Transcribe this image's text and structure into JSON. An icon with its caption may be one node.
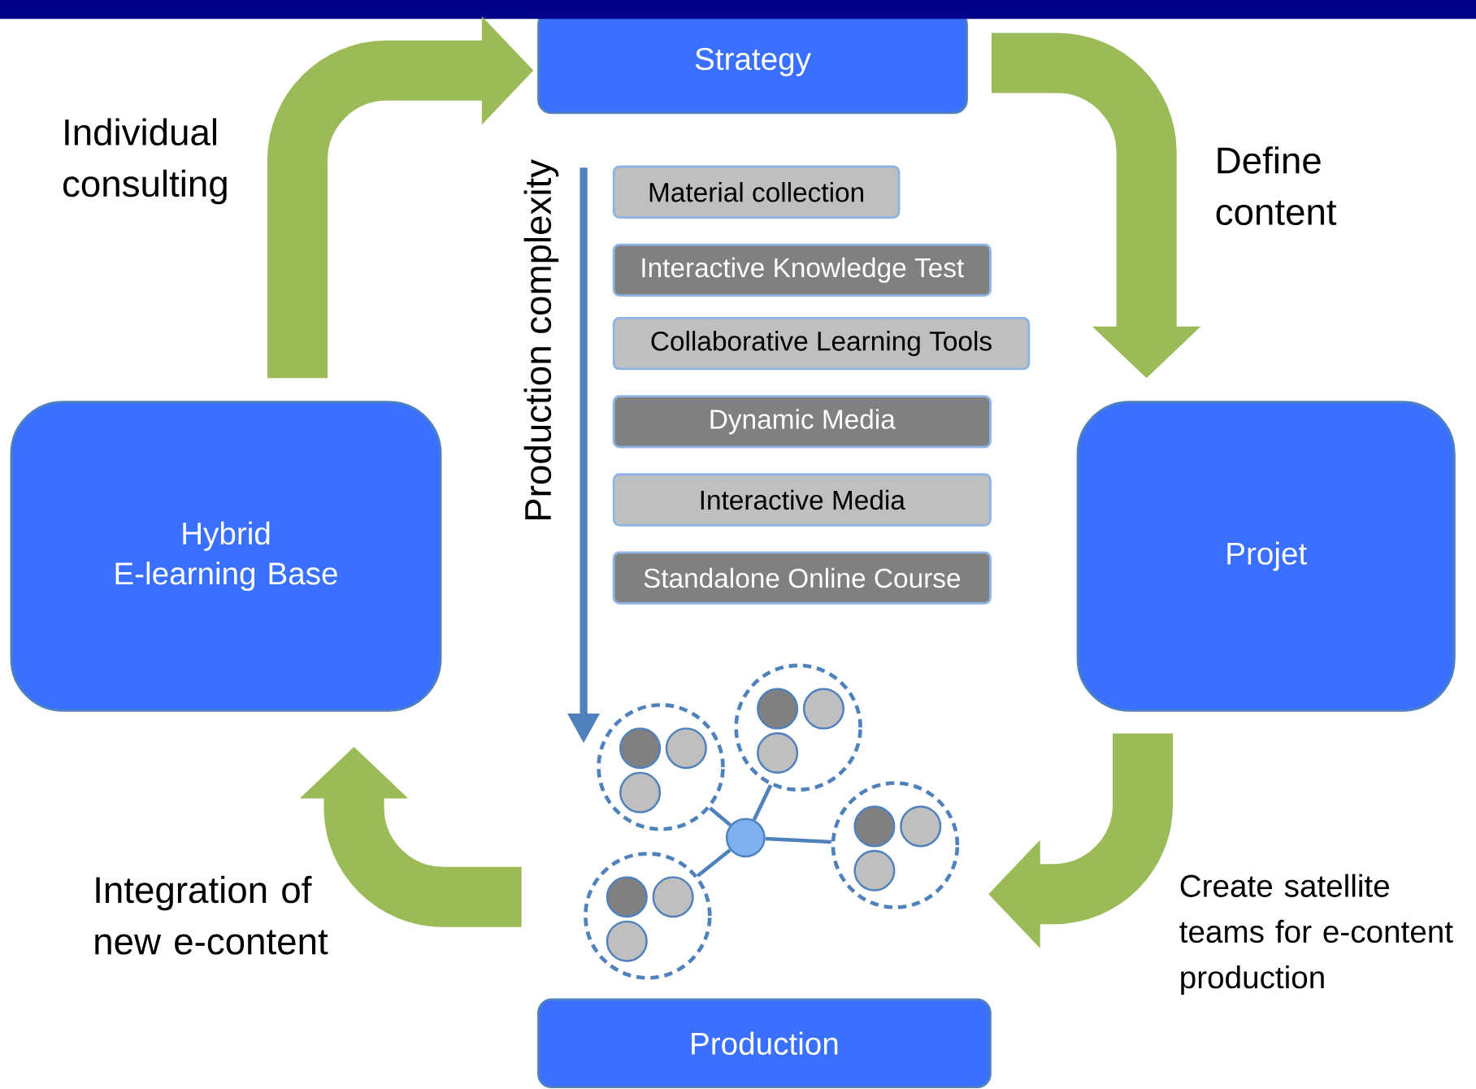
{
  "diagram": {
    "nodes": [
      {
        "text": [
          "Strategy"
        ]
      },
      {
        "text": [
          "Projet"
        ]
      },
      {
        "text": [
          "Production"
        ]
      },
      {
        "text": [
          "Hybrid E-learning Base"
        ]
      },
      {
        "text": [
          "Material collection"
        ]
      },
      {
        "text": [
          "Interactive Knowledge Test"
        ]
      },
      {
        "text": [
          "Collaborative Learning Tools"
        ]
      },
      {
        "text": [
          "Dynamic Media"
        ]
      },
      {
        "text": [
          "Interactive Media"
        ]
      },
      {
        "text": [
          "Standalone Online Course"
        ]
      },
      {
        "text": [],
        "shape": "circle"
      },
      {
        "text": [],
        "shape": "circle",
        "in": 10
      },
      {
        "text": [],
        "shape": "circle",
        "in": 10
      },
      {
        "text": [],
        "shape": "circle",
        "in": 10
      },
      {
        "text": [],
        "shape": "circle"
      },
      {
        "text": [],
        "shape": "circle",
        "in": 14
      },
      {
        "text": [],
        "shape": "circle",
        "in": 14
      },
      {
        "text": [],
        "shape": "circle",
        "in": 14
      },
      {
        "text": [],
        "shape": "circle"
      },
      {
        "text": [],
        "shape": "circle"
      },
      {
        "text": [],
        "shape": "circle",
        "in": 19
      },
      {
        "text": [],
        "shape": "circle",
        "in": 19
      },
      {
        "text": [],
        "shape": "circle",
        "in": 19
      },
      {
        "text": [],
        "shape": "circle"
      },
      {
        "text": [],
        "shape": "circle",
        "in": 23
      },
      {
        "text": [],
        "shape": "circle",
        "in": 23
      },
      {
        "text": [],
        "shape": "circle",
        "in": 23
      },
      {
        "text": [],
        "shape": "bar"
      }
    ],
    "edges": [
      {
        "from": 3,
        "to": 0,
        "arrow": "to",
        "label": "Individual consulting",
        "style": "thick",
        "color": "#9bbb59"
      },
      {
        "from": 0,
        "to": 1,
        "arrow": "to",
        "label": "Define content",
        "style": "thick",
        "color": "#9bbb59"
      },
      {
        "from": 1,
        "to": 19,
        "arrow": "to",
        "label": "Create satellite teams for e-content production",
        "style": "thick",
        "color": "#9bbb59"
      },
      {
        "from": 23,
        "to": 3,
        "arrow": "to",
        "label": "Integration of new e-content",
        "style": "thick",
        "color": "#9bbb59"
      },
      {
        "from": 18,
        "to": 10,
        "arrow": "none",
        "color": "#4f81bd"
      },
      {
        "from": 18,
        "to": 14,
        "arrow": "none",
        "color": "#4f81bd"
      },
      {
        "from": 18,
        "to": 19,
        "arrow": "none",
        "color": "#4f81bd"
      },
      {
        "from": 18,
        "to": 23,
        "arrow": "none",
        "color": "#4f81bd"
      }
    ],
    "labels": [
      "Production complexity"
    ]
  }
}
